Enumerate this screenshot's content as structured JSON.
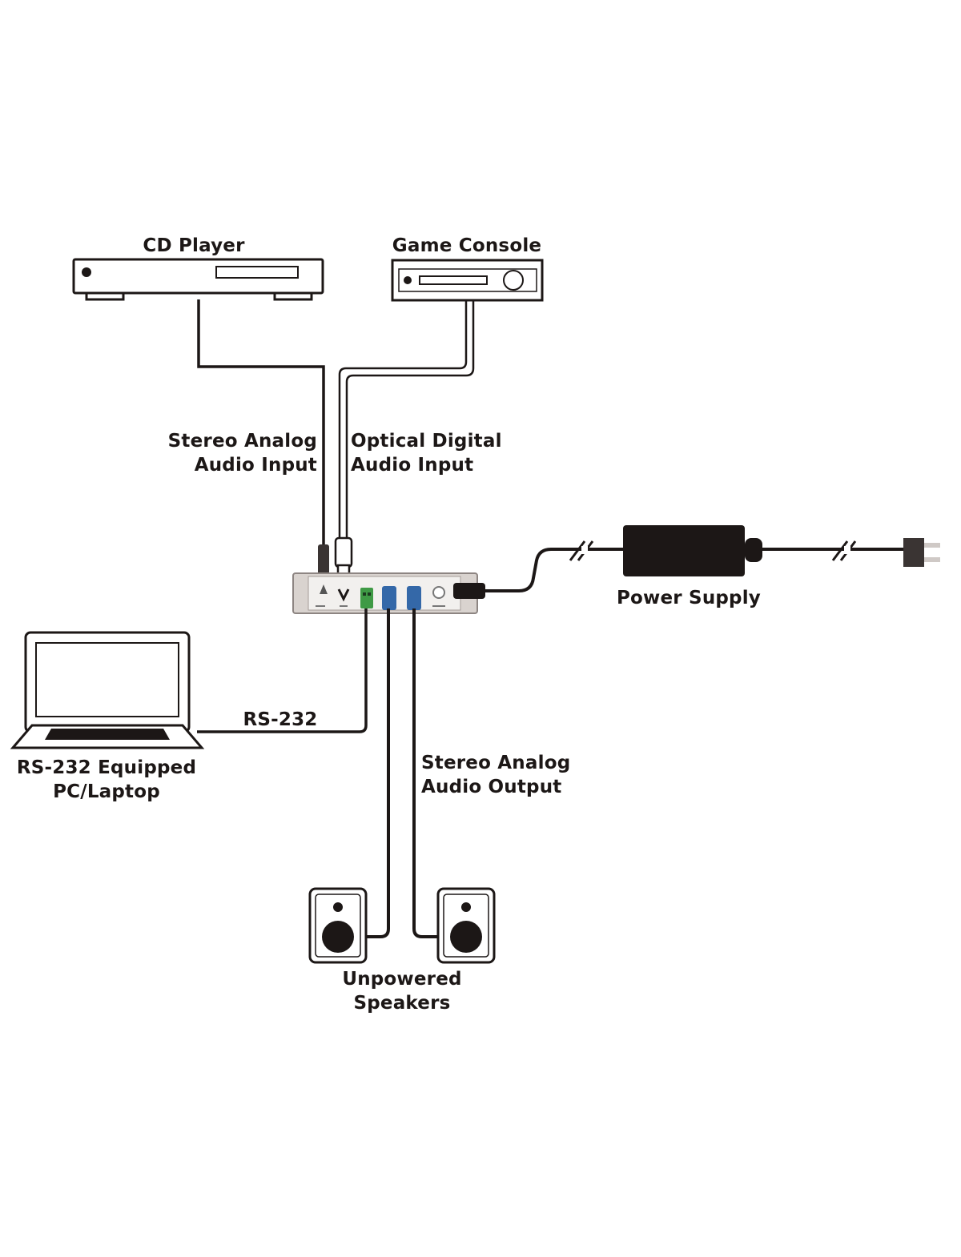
{
  "diagram": {
    "devices": {
      "cd_player": {
        "label": "CD Player"
      },
      "game_console": {
        "label": "Game Console"
      },
      "laptop": {
        "label_line1": "RS-232 Equipped",
        "label_line2": "PC/Laptop"
      },
      "power_supply": {
        "label": "Power Supply"
      },
      "speakers": {
        "label_line1": "Unpowered",
        "label_line2": "Speakers"
      }
    },
    "connections": {
      "analog_in": {
        "label_line1": "Stereo Analog",
        "label_line2": "Audio Input"
      },
      "optical_in": {
        "label_line1": "Optical Digital",
        "label_line2": "Audio Input"
      },
      "rs232": {
        "label": "RS-232"
      },
      "analog_out": {
        "label_line1": "Stereo Analog",
        "label_line2": "Audio Output"
      }
    },
    "colors": {
      "line": "#1c1716",
      "terminal_green": "#3f9a45",
      "terminal_blue": "#3468a8",
      "hub_body": "#d9d3cf",
      "hub_panel": "#f2f0ee"
    }
  }
}
